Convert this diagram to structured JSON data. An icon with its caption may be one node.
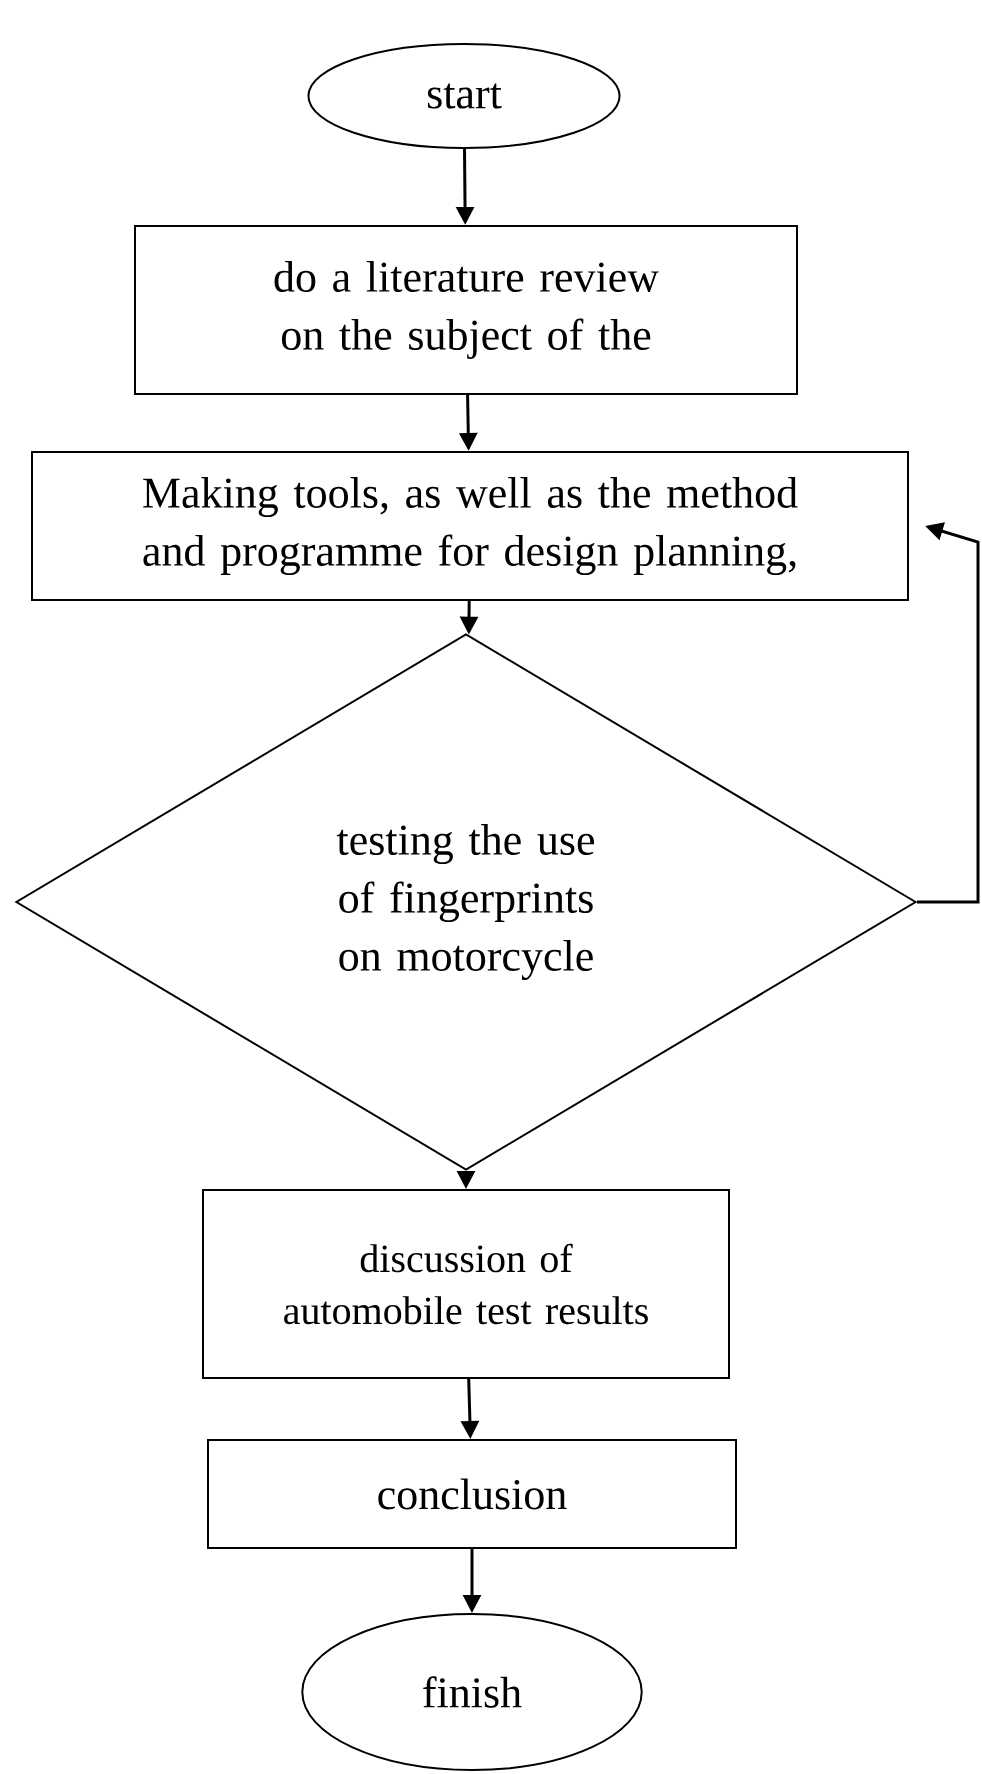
{
  "diagram": {
    "nodes": [
      {
        "text": [
          "start"
        ]
      },
      {
        "text": [
          "do a literature review on the subject of the"
        ]
      },
      {
        "text": [
          "Making tools, as well as the method and programme for design planning,"
        ]
      },
      {
        "text": [
          "testing the use of fingerprints on motorcycle"
        ]
      },
      {
        "text": [
          "discussion of automobile test results"
        ]
      },
      {
        "text": [
          "conclusion"
        ]
      },
      {
        "text": [
          "finish"
        ]
      }
    ],
    "edges": [
      {
        "from": 0,
        "to": 1,
        "arrow": "to"
      },
      {
        "from": 1,
        "to": 2,
        "arrow": "to"
      },
      {
        "from": 2,
        "to": 3,
        "arrow": "to"
      },
      {
        "from": 3,
        "to": 4,
        "arrow": "to"
      },
      {
        "from": 4,
        "to": 5,
        "arrow": "to"
      },
      {
        "from": 5,
        "to": 6,
        "arrow": "to"
      },
      {
        "from": 3,
        "to": 2,
        "arrow": "to"
      }
    ]
  }
}
